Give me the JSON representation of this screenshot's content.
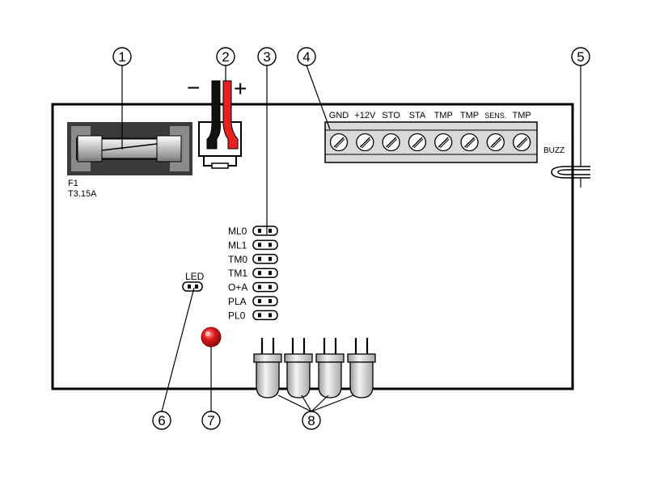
{
  "callouts": [
    "1",
    "2",
    "3",
    "4",
    "5",
    "6",
    "7",
    "8"
  ],
  "polarity": {
    "minus": "−",
    "plus": "+"
  },
  "fuse": {
    "id": "F1",
    "rating": "T3.15A"
  },
  "terminals": [
    "GND",
    "+12V",
    "STO",
    "STA",
    "TMP",
    "TMP",
    "SENS.",
    "TMP"
  ],
  "buzzer": "BUZZ",
  "jumpers": [
    "ML0",
    "ML1",
    "TM0",
    "TM1",
    "O+A",
    "PLA",
    "PL0"
  ],
  "led_jumper": "LED",
  "colors": {
    "led": "#e01b1b",
    "wire_red": "#e8201f",
    "terminal_block": "#d9d9d9",
    "fuse_holder": "#3a3a3a"
  }
}
